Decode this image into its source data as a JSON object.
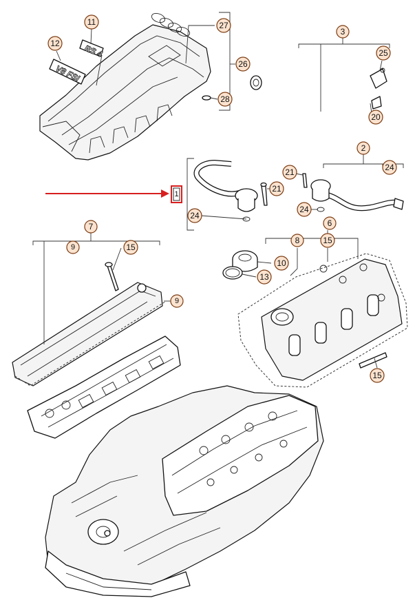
{
  "callouts": {
    "p1": "1",
    "p2": "2",
    "p3": "3",
    "p6": "6",
    "p7": "7",
    "p8": "8",
    "p9a": "9",
    "p9b": "9",
    "p10": "10",
    "p11": "11",
    "p12": "12",
    "p13": "13",
    "p15a": "15",
    "p15b": "15",
    "p15c": "15",
    "p20": "20",
    "p21a": "21",
    "p21b": "21",
    "p24a": "24",
    "p24b": "24",
    "p24c": "24",
    "p25": "25",
    "p26": "26",
    "p27": "27",
    "p28": "28"
  },
  "logos": {
    "badge_left": "V8 FSI",
    "badge_right": "RS 4"
  },
  "colors": {
    "highlight": "#d81e1e",
    "callout_fill": "#fbe3cf",
    "callout_stroke": "#7a3b12"
  }
}
